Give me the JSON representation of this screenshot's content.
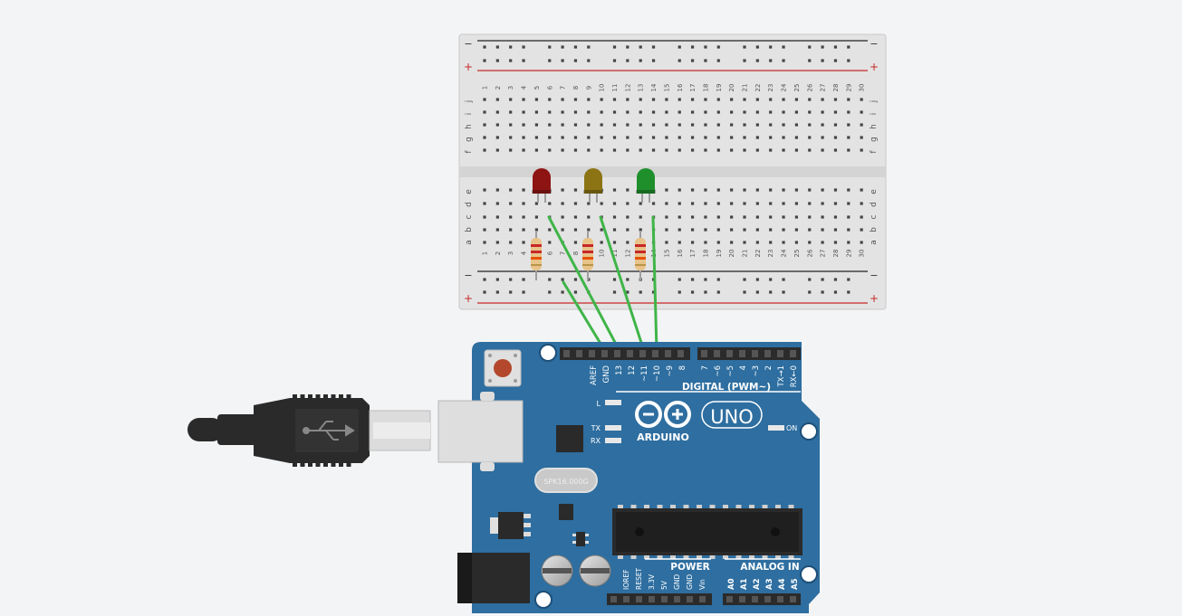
{
  "breadboard": {
    "rail_minus": "−",
    "rail_plus": "+",
    "column_count": 30,
    "rows_top": [
      "j",
      "i",
      "h",
      "g",
      "f"
    ],
    "rows_bottom": [
      "e",
      "d",
      "c",
      "b",
      "a"
    ]
  },
  "leds": [
    {
      "name": "red-led",
      "color": "#8e1414"
    },
    {
      "name": "yellow-led",
      "color": "#8c7414"
    },
    {
      "name": "green-led",
      "color": "#1f8f2c"
    }
  ],
  "resistors": [
    {
      "name": "resistor-1"
    },
    {
      "name": "resistor-2"
    },
    {
      "name": "resistor-3"
    }
  ],
  "wire_color": "#3fb548",
  "arduino": {
    "brand": "ARDUINO",
    "model": "UNO",
    "board_color": "#2e6ea0",
    "digital_label": "DIGITAL (PWM~)",
    "digital_pins_left": [
      "AREF",
      "GND",
      "13",
      "12",
      "~11",
      "~10",
      "~9",
      "8"
    ],
    "digital_pins_right": [
      "7",
      "~6",
      "~5",
      "4",
      "~3",
      "2",
      "TX→1",
      "RX←0"
    ],
    "led_l": "L",
    "led_tx": "TX",
    "led_rx": "RX",
    "on_label": "ON",
    "crystal_label": "SPK16.000G",
    "power_label": "POWER",
    "analog_label": "ANALOG IN",
    "power_pins": [
      "IOREF",
      "RESET",
      "3.3V",
      "5V",
      "GND",
      "GND",
      "Vin"
    ],
    "analog_pins": [
      "A0",
      "A1",
      "A2",
      "A3",
      "A4",
      "A5"
    ]
  }
}
